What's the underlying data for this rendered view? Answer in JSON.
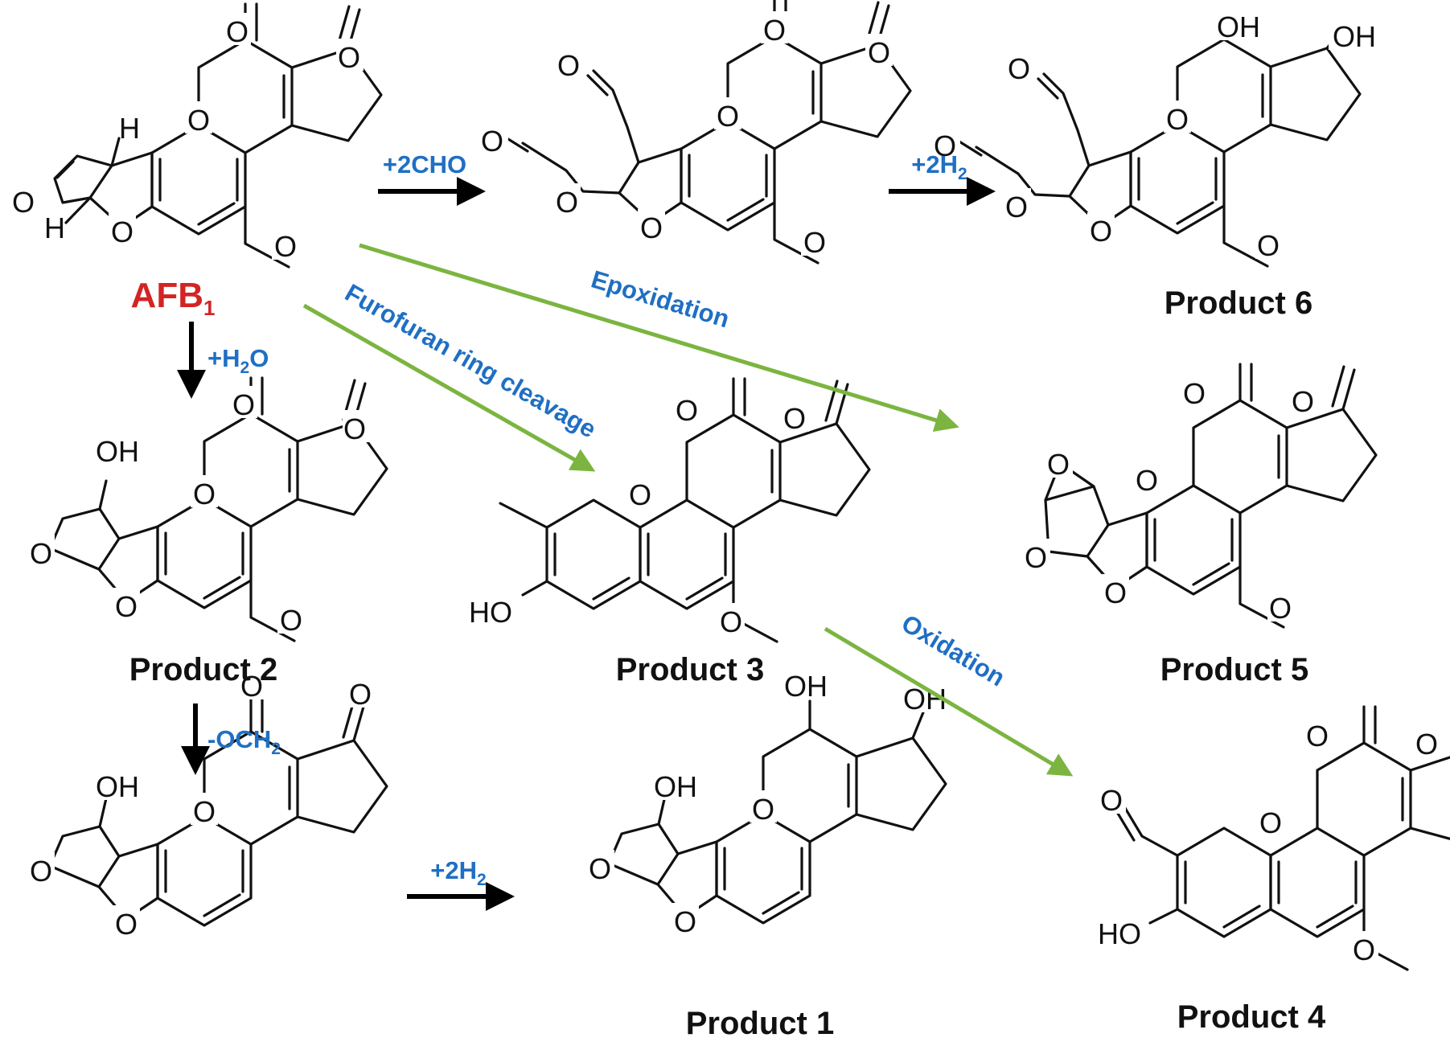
{
  "colors": {
    "ink": "#111111",
    "afb_red": "#d32424",
    "step_blue": "#1f6fc4",
    "arrow_black": "#000000",
    "arrow_green": "#7bb540"
  },
  "compounds": {
    "afb1": "AFB",
    "afb1_sub": "1",
    "p1": "Product 1",
    "p2": "Product 2",
    "p3": "Product 3",
    "p4": "Product 4",
    "p5": "Product 5",
    "p6": "Product 6"
  },
  "atoms": {
    "O": "O",
    "OH": "OH",
    "HO": "HO",
    "H": "H"
  },
  "steps": {
    "cho": "+2CHO",
    "h2_prefix": "+2H",
    "h2_sub": "2",
    "h2o_prefix": "+H",
    "h2o_sub": "2",
    "h2o_suffix": "O",
    "och2_prefix": "-OCH",
    "och2_sub": "2",
    "epoxidation": "Epoxidation",
    "furofuran": "Furofuran ring cleavage",
    "oxidation": "Oxidation"
  }
}
